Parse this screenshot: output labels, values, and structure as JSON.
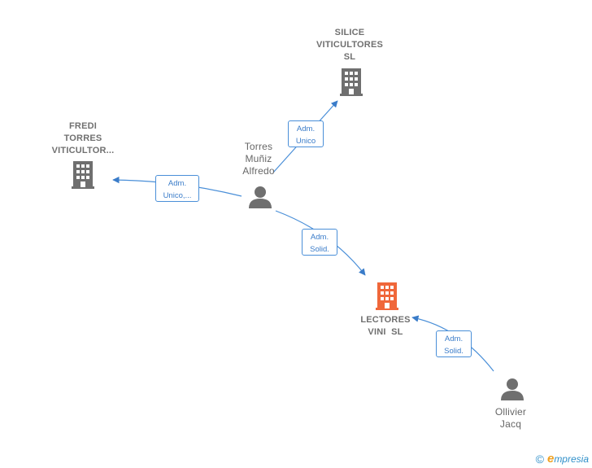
{
  "nodes": {
    "silice": {
      "label_lines": [
        "SILICE",
        "VITICULTORES",
        "SL"
      ],
      "type": "company"
    },
    "fredi": {
      "label_lines": [
        "FREDI",
        "TORRES",
        "VITICULTOR..."
      ],
      "type": "company"
    },
    "torres": {
      "label_lines": [
        "Torres",
        "Muñiz",
        "Alfredo"
      ],
      "type": "person"
    },
    "lectores": {
      "label_lines": [
        "LECTORES",
        "VINI  SL"
      ],
      "type": "company-main"
    },
    "ollivier": {
      "label_lines": [
        "Ollivier",
        "Jacq"
      ],
      "type": "person"
    }
  },
  "edges": {
    "torres_silice": {
      "label_lines": [
        "Adm.",
        "Unico"
      ]
    },
    "torres_fredi": {
      "label_lines": [
        "Adm.",
        "Unico,..."
      ]
    },
    "torres_lectores": {
      "label_lines": [
        "Adm.",
        "Solid."
      ]
    },
    "ollivier_lectores": {
      "label_lines": [
        "Adm.",
        "Solid."
      ]
    }
  },
  "colors": {
    "edge": "#4a8fd8",
    "company_icon": "#6f6f6f",
    "main_company_icon": "#f0673a",
    "person_icon": "#6f6f6f"
  },
  "footer": {
    "copyright_symbol": "©",
    "brand_initial": "e",
    "brand_rest": "mpresia"
  }
}
